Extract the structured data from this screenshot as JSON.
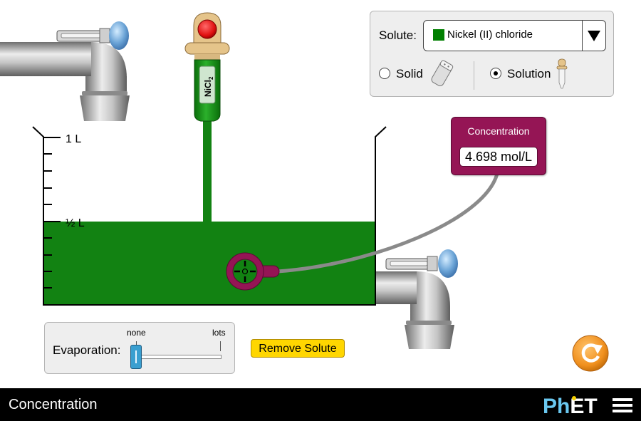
{
  "solute_panel": {
    "label": "Solute:",
    "selected": "Nickel (II) chloride",
    "swatch_color": "#007f00",
    "form_options": [
      {
        "label": "Solid",
        "selected": false
      },
      {
        "label": "Solution",
        "selected": true
      }
    ]
  },
  "beaker": {
    "mark_top": "1 L",
    "mark_half": "½ L",
    "solution_color": "#128212"
  },
  "dropper": {
    "label": "NiCl",
    "label_subscript": "2",
    "button_color": "#e01010"
  },
  "meter": {
    "title": "Concentration",
    "value": "4.698 mol/L",
    "color": "#951555"
  },
  "evaporation": {
    "label": "Evaporation:",
    "min_label": "none",
    "max_label": "lots",
    "value": 0
  },
  "remove_solute_label": "Remove Solute",
  "navbar": {
    "title": "Concentration",
    "logo_text": "PhET"
  },
  "colors": {
    "navbar_bg": "#000000",
    "reset_button": "#f0901e",
    "thumb": "#3a9fd0"
  }
}
